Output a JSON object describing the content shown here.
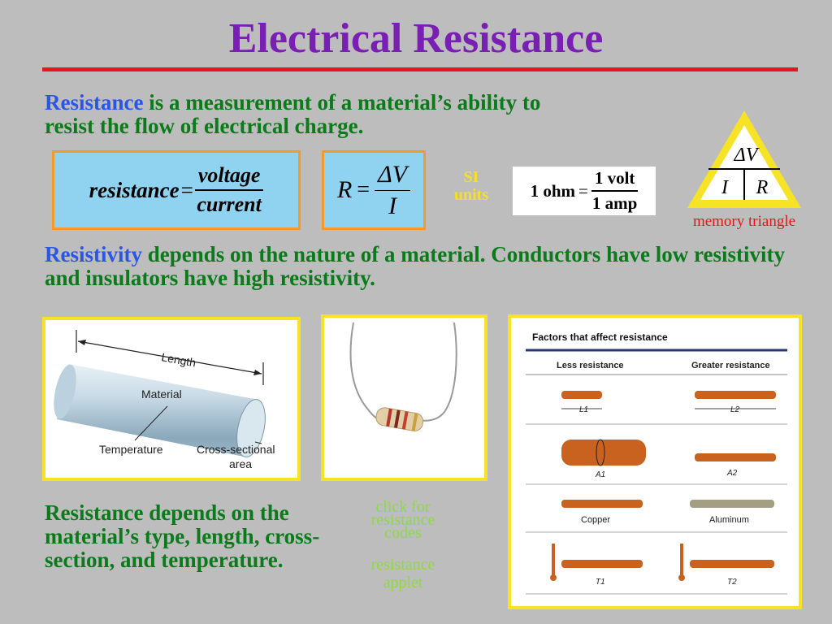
{
  "title": "Electrical Resistance",
  "intro": {
    "term": "Resistance",
    "text": " is a measurement of a material’s ability to resist the flow of electrical charge."
  },
  "formula1": {
    "lhs": "resistance",
    "eq": "=",
    "num": "voltage",
    "den": "current"
  },
  "formula2": {
    "lhs": "R",
    "eq": "=",
    "num": "ΔV",
    "den": "I"
  },
  "si": {
    "line1": "SI",
    "line2": "units"
  },
  "ohm": {
    "lhs": "1 ohm",
    "eq": "=",
    "num": "1 volt",
    "den": "1 amp"
  },
  "triangle": {
    "top": "ΔV",
    "left": "I",
    "right": "R",
    "caption": "memory triangle"
  },
  "resistivity": {
    "term": "Resistivity",
    "text": " depends on the nature of a material. Conductors have low resistivity and insulators have high resistivity."
  },
  "cylinder": {
    "length": "Length",
    "material": "Material",
    "temperature": "Temperature",
    "cross1": "Cross-sectional",
    "cross2": "area"
  },
  "links": {
    "codes1": "click for",
    "codes2": "resistance",
    "codes3": "codes",
    "applet1": "resistance",
    "applet2": "applet"
  },
  "factors": {
    "title": "Factors that affect resistance",
    "less": "Less resistance",
    "greater": "Greater resistance",
    "rows": [
      {
        "left": "L1",
        "right": "L2"
      },
      {
        "left": "A1",
        "right": "A2"
      },
      {
        "left": "Copper",
        "right": "Aluminum"
      },
      {
        "left": "T1",
        "right": "T2"
      }
    ]
  },
  "summary": "Resistance depends on the material’s type, length, cross- section, and temperature.",
  "colors": {
    "title": "#7a1fb4",
    "rule": "#e8141c",
    "green_text": "#0b7a1a",
    "blue_term": "#2a56e8",
    "box_fill": "#8fd3f0",
    "box_border": "#f39a2b",
    "si": "#f4e02a",
    "link": "#8ed84a",
    "triangle": "#f6e325",
    "caption": "#e8141c"
  }
}
